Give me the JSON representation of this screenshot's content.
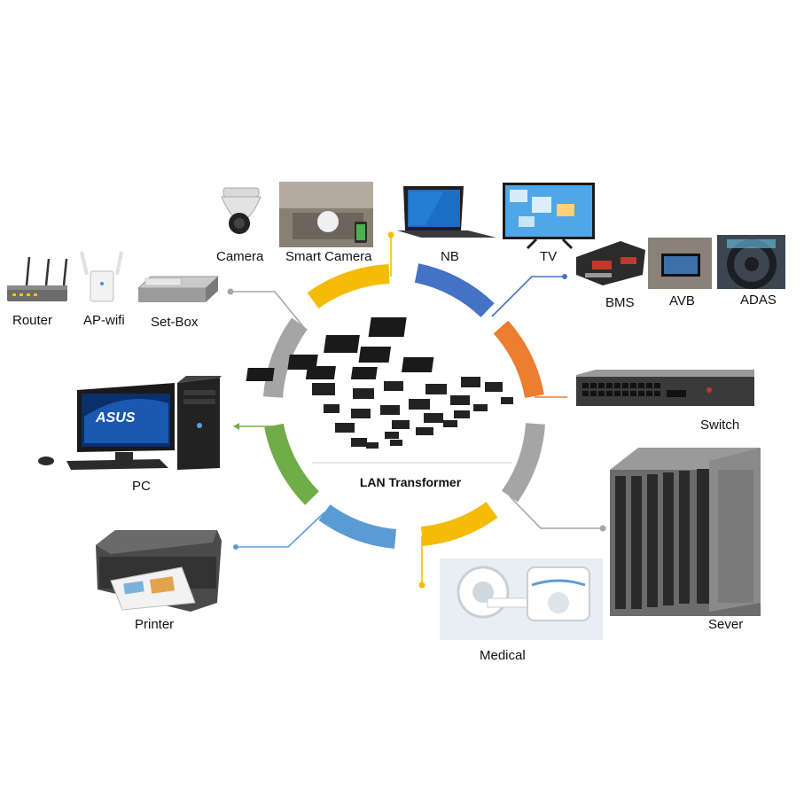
{
  "center": {
    "title": "LAN Transformer"
  },
  "devices": {
    "camera": "Camera",
    "smart_camera": "Smart Camera",
    "nb": "NB",
    "tv": "TV",
    "bms": "BMS",
    "avb": "AVB",
    "adas": "ADAS",
    "router": "Router",
    "ap_wifi": "AP-wifi",
    "set_box": "Set-Box",
    "pc": "PC",
    "printer": "Printer",
    "medical": "Medical",
    "switch": "Switch",
    "sever": "Sever"
  },
  "colors": {
    "yellow": "#f5bb07",
    "blue": "#4472c4",
    "orange": "#ed7d31",
    "gray": "#a5a5a5",
    "green": "#70ad47",
    "light_blue": "#5b9bd5"
  }
}
